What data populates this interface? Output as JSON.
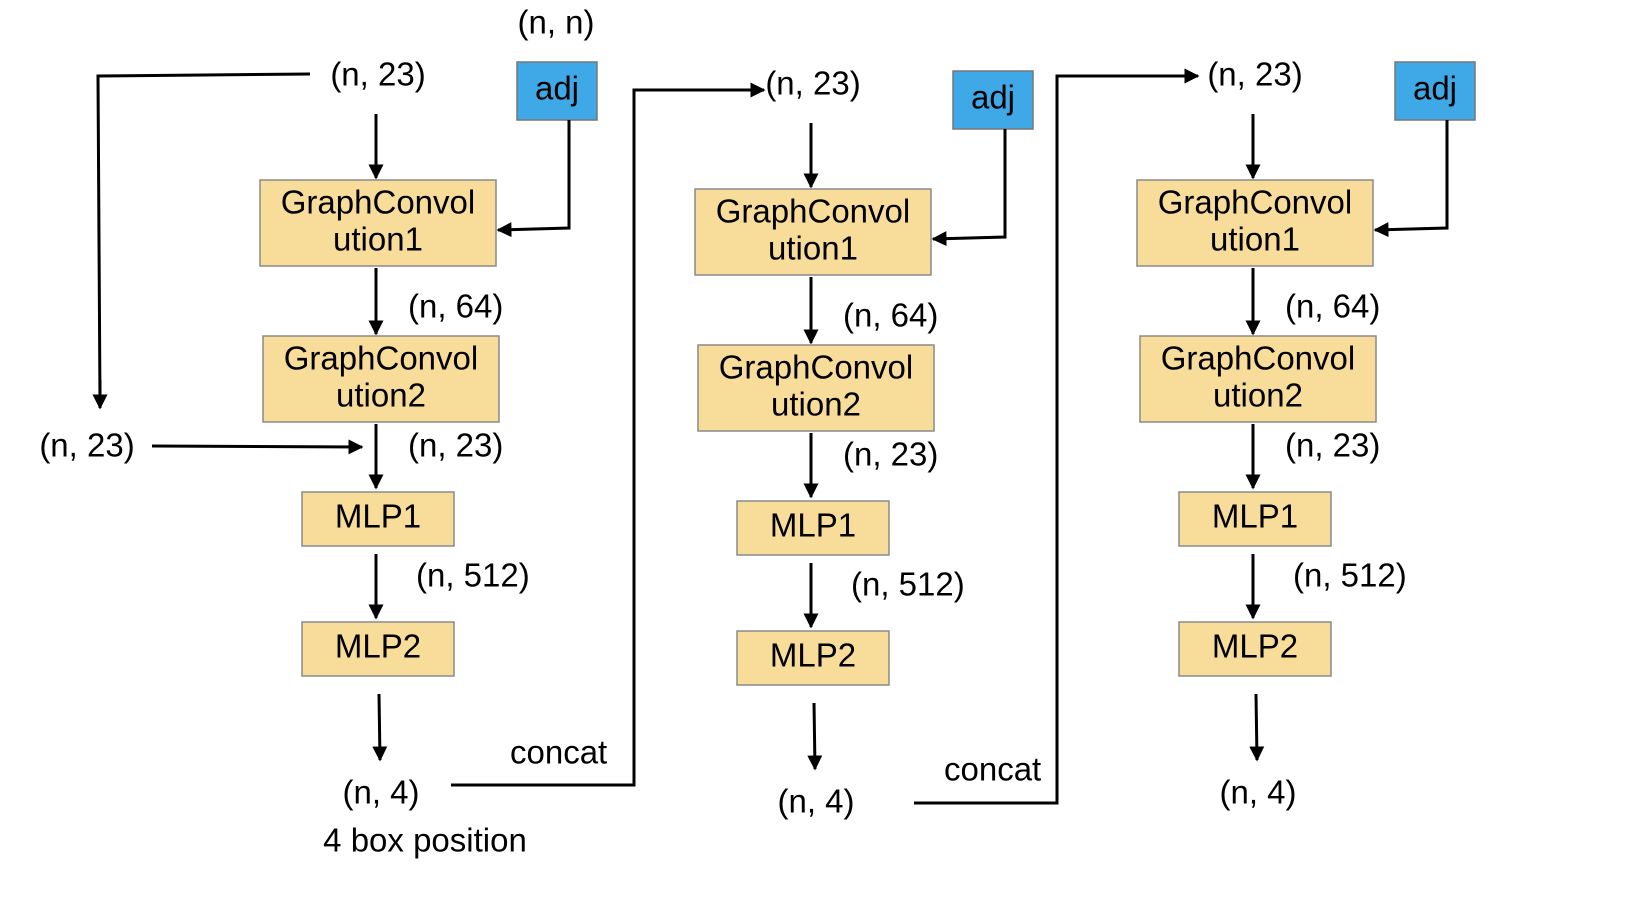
{
  "top_label": "(n, n)",
  "bottom_caption": "4 box position",
  "left_input": "(n, 23)",
  "columns": [
    {
      "input": "(n, 23)",
      "adj": "adj",
      "gc1": [
        "GraphConvol",
        "ution1"
      ],
      "dim_after_gc1": "(n, 64)",
      "gc2": [
        "GraphConvol",
        "ution2"
      ],
      "dim_after_gc2": "(n, 23)",
      "mlp1": "MLP1",
      "dim_after_mlp1": "(n, 512)",
      "mlp2": "MLP2",
      "output": "(n, 4)",
      "concat": "concat"
    },
    {
      "input": "(n, 23)",
      "adj": "adj",
      "gc1": [
        "GraphConvol",
        "ution1"
      ],
      "dim_after_gc1": "(n, 64)",
      "gc2": [
        "GraphConvol",
        "ution2"
      ],
      "dim_after_gc2": "(n, 23)",
      "mlp1": "MLP1",
      "dim_after_mlp1": "(n, 512)",
      "mlp2": "MLP2",
      "output": "(n, 4)",
      "concat": "concat"
    },
    {
      "input": "(n, 23)",
      "adj": "adj",
      "gc1": [
        "GraphConvol",
        "ution1"
      ],
      "dim_after_gc1": "(n, 64)",
      "gc2": [
        "GraphConvol",
        "ution2"
      ],
      "dim_after_gc2": "(n, 23)",
      "mlp1": "MLP1",
      "dim_after_mlp1": "(n, 512)",
      "mlp2": "MLP2",
      "output": "(n, 4)"
    }
  ],
  "colors": {
    "block": "#f8dc99",
    "adj": "#3fa8e6",
    "wire": "#000000"
  }
}
